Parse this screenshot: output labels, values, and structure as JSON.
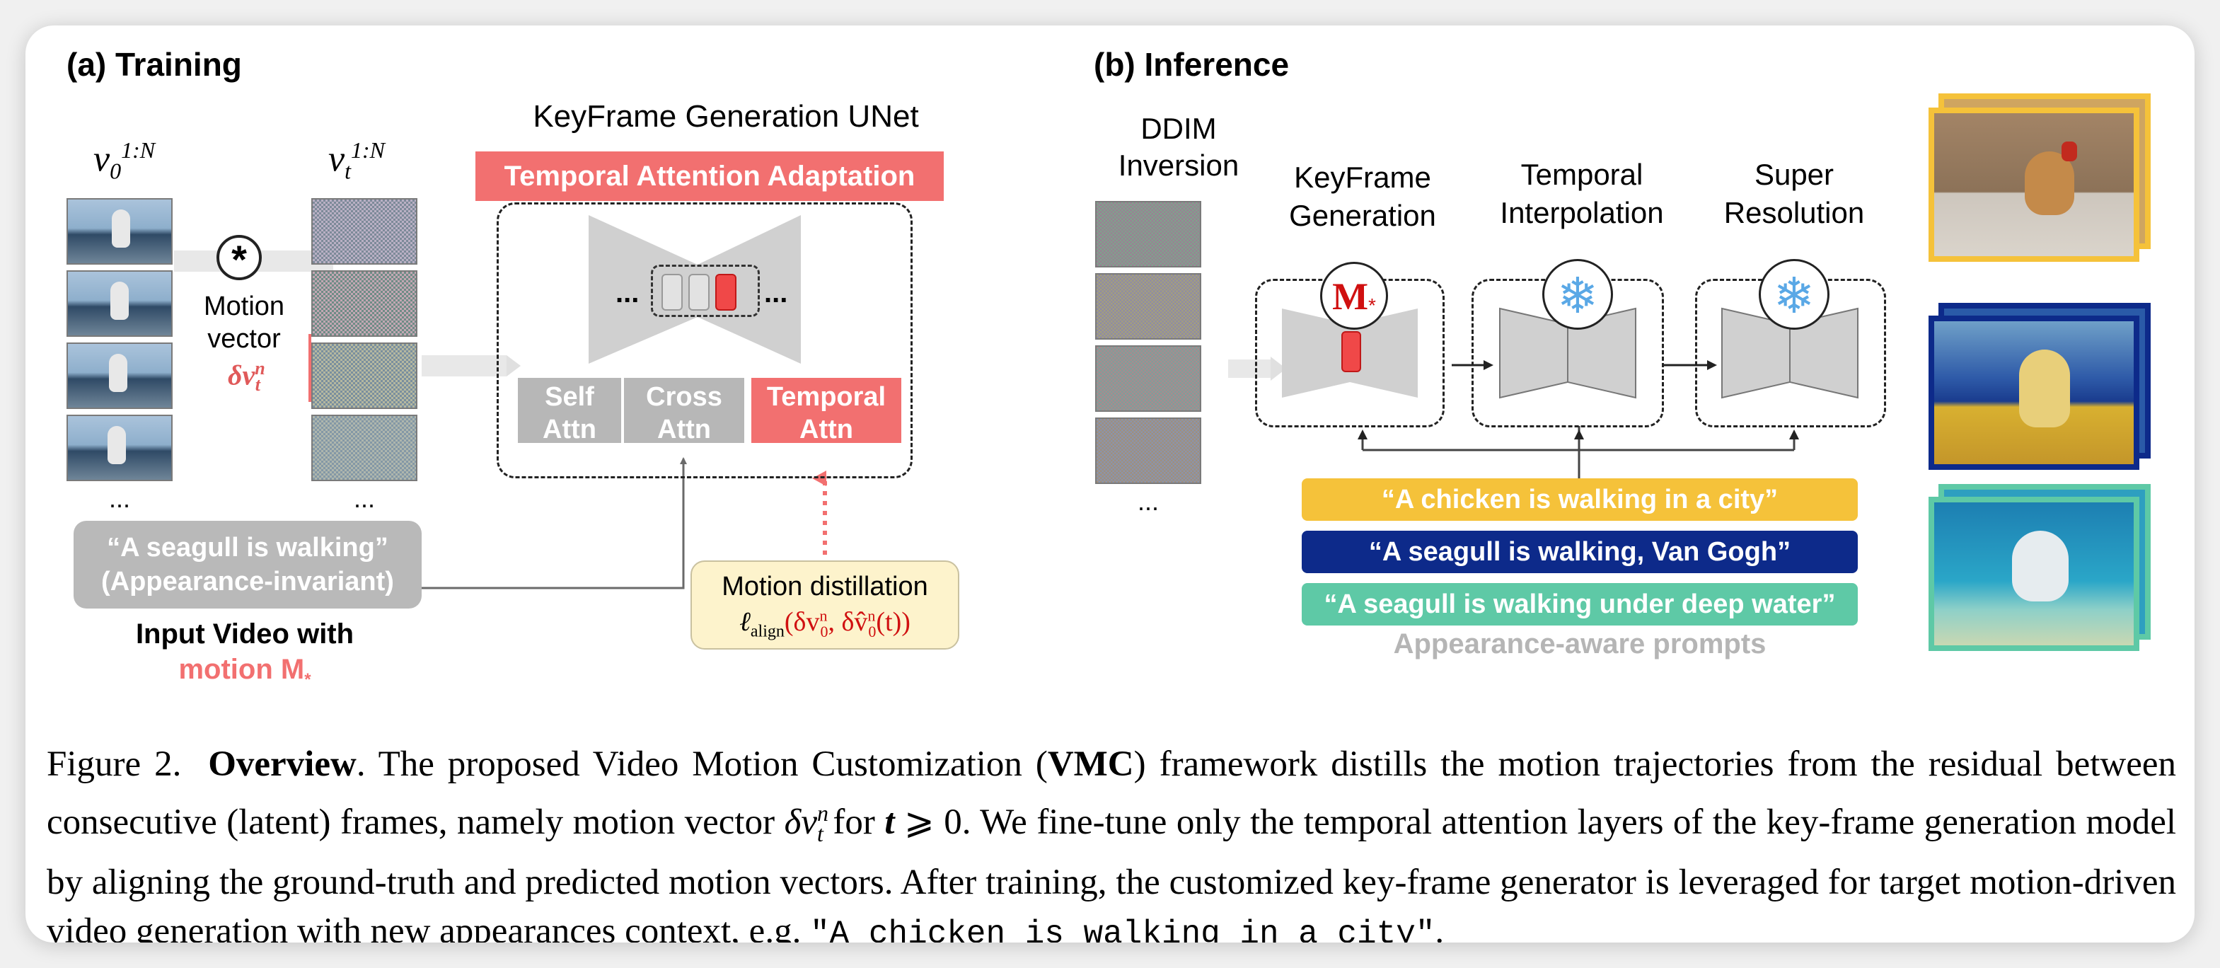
{
  "training": {
    "title": "(a) Training",
    "v0_label": "v",
    "v0_sub": "0",
    "v0_sup": "1:N",
    "vt_label": "v",
    "vt_sub": "t",
    "vt_sup": "1:N",
    "conv_symbol": "*",
    "motion_label_1": "Motion",
    "motion_label_2": "vector",
    "motion_symbol": "δv",
    "motion_symbol_sup": "n",
    "motion_symbol_sub": "t",
    "ellipsis_left": "...",
    "ellipsis_mid": "...",
    "unet_title": "KeyFrame Generation UNet",
    "adaptation_label": "Temporal Attention Adaptation",
    "unet_dots_left": "...",
    "unet_dots_right": "...",
    "attn_self_1": "Self",
    "attn_self_2": "Attn",
    "attn_cross_1": "Cross",
    "attn_cross_2": "Attn",
    "attn_temp_1": "Temporal",
    "attn_temp_2": "Attn",
    "prompt_line1": "“A seagull is walking”",
    "prompt_line2": "(Appearance-invariant)",
    "input_video_line1": "Input Video with",
    "input_video_line2": "motion M",
    "input_video_sub": "*",
    "distill_title": "Motion distillation",
    "distill_loss": "ℓ",
    "distill_loss_sub": "align",
    "distill_args": "(δv",
    "distill_args_2": ", δ",
    "distill_args_3": "v̂",
    "distill_args_4": "(t))",
    "distill_sup": "n",
    "distill_sub": "0"
  },
  "inference": {
    "title": "(b) Inference",
    "ddim_1": "DDIM",
    "ddim_2": "Inversion",
    "ellipsis": "...",
    "kf_1": "KeyFrame",
    "kf_2": "Generation",
    "ti_1": "Temporal",
    "ti_2": "Interpolation",
    "sr_1": "Super",
    "sr_2": "Resolution",
    "m_symbol": "M",
    "m_sub": "*",
    "snow_icon": "❄",
    "prompts": [
      "“A chicken is walking in a city”",
      "“A seagull is walking, Van Gogh”",
      "“A seagull is walking under deep water”"
    ],
    "prompts_caption": "Appearance-aware prompts"
  },
  "caption": {
    "fig_no": "Figure 2.",
    "overview": "Overview",
    "t1": ". The proposed Video Motion Customization (",
    "vmc": "VMC",
    "t2": ") framework distills the motion trajectories from the residual between consecutive (latent) frames, namely motion vector ",
    "mv": "δv",
    "mv_sup": "n",
    "mv_sub": "t",
    "t3": " for ",
    "tvar": "t",
    "t4": " ⩾ 0. We fine-tune only the temporal attention layers of the key-frame generation model by aligning the ground-truth and predicted motion vectors. After training, the customized key-frame generator is leveraged for target motion-driven video generation with new appearances context, e.g. ",
    "example": "\"A chicken is walking in a city\"",
    "t5": "."
  },
  "colors": {
    "salmon": "#f27070",
    "yellow": "#f5c23a",
    "navy": "#0d2a8a",
    "teal": "#5ec9a6",
    "distill_bg": "#fdf3cc"
  }
}
